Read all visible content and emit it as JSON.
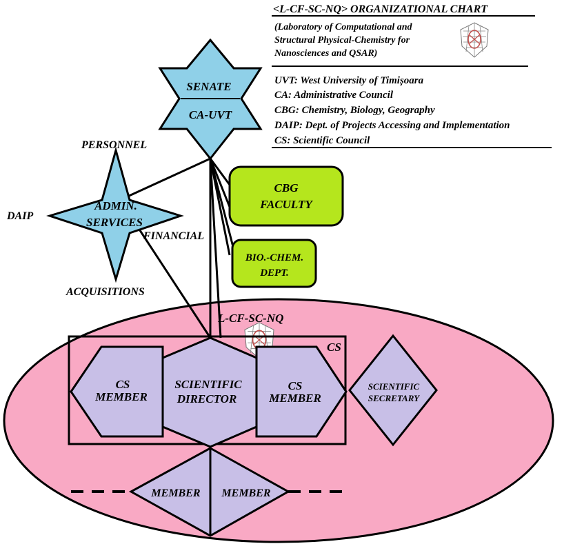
{
  "header": {
    "title": "<L-CF-SC-NQ> ORGANIZATIONAL CHART",
    "subtitle_lines": [
      "(Laboratory of Computational and",
      "Structural Physical-Chemistry for",
      "Nanosciences and QSAR)"
    ]
  },
  "legend": [
    {
      "abbr": "UVT:",
      "text": "West University of Timișoara"
    },
    {
      "abbr": "CA:",
      "text": "Administrative  Council"
    },
    {
      "abbr": "CBG:",
      "text": "Chemistry, Biology, Geography"
    },
    {
      "abbr": "DAIP:",
      "text": "Dept. of Projects Accessing and Implementation"
    },
    {
      "abbr": "CS:",
      "text": "Scientific Council"
    }
  ],
  "nodes": {
    "senate": "SENATE",
    "ca_uvt": "CA-UVT",
    "admin_line1": "ADMIN.",
    "admin_line2": "SERVICES",
    "cbg_line1": "CBG",
    "cbg_line2": "FACULTY",
    "biochem_line1": "BIO.-CHEM.",
    "biochem_line2": "DEPT.",
    "lab": "L-CF-SC-NQ",
    "cs": "CS",
    "cs_member_left_1": "CS",
    "cs_member_left_2": "MEMBER",
    "sci_director_1": "SCIENTIFIC",
    "sci_director_2": "DIRECTOR",
    "cs_member_right_1": "CS",
    "cs_member_right_2": "MEMBER",
    "sci_secretary_1": "SCIENTIFIC",
    "sci_secretary_2": "SECRETARY",
    "member_left": "MEMBER",
    "member_right": "MEMBER"
  },
  "labels": {
    "personnel": "PERSONNEL",
    "daip": "DAIP",
    "financial": "FINANCIAL",
    "acquisitions": "ACQUISITIONS"
  },
  "colors": {
    "star_fill": "#8fd0e8",
    "faculty_fill": "#b5e61d",
    "ellipse_fill": "#f9a9c4",
    "member_fill": "#c8bfe7",
    "stroke": "#000000"
  },
  "icons": [
    "nanostructure-logo-icon"
  ]
}
